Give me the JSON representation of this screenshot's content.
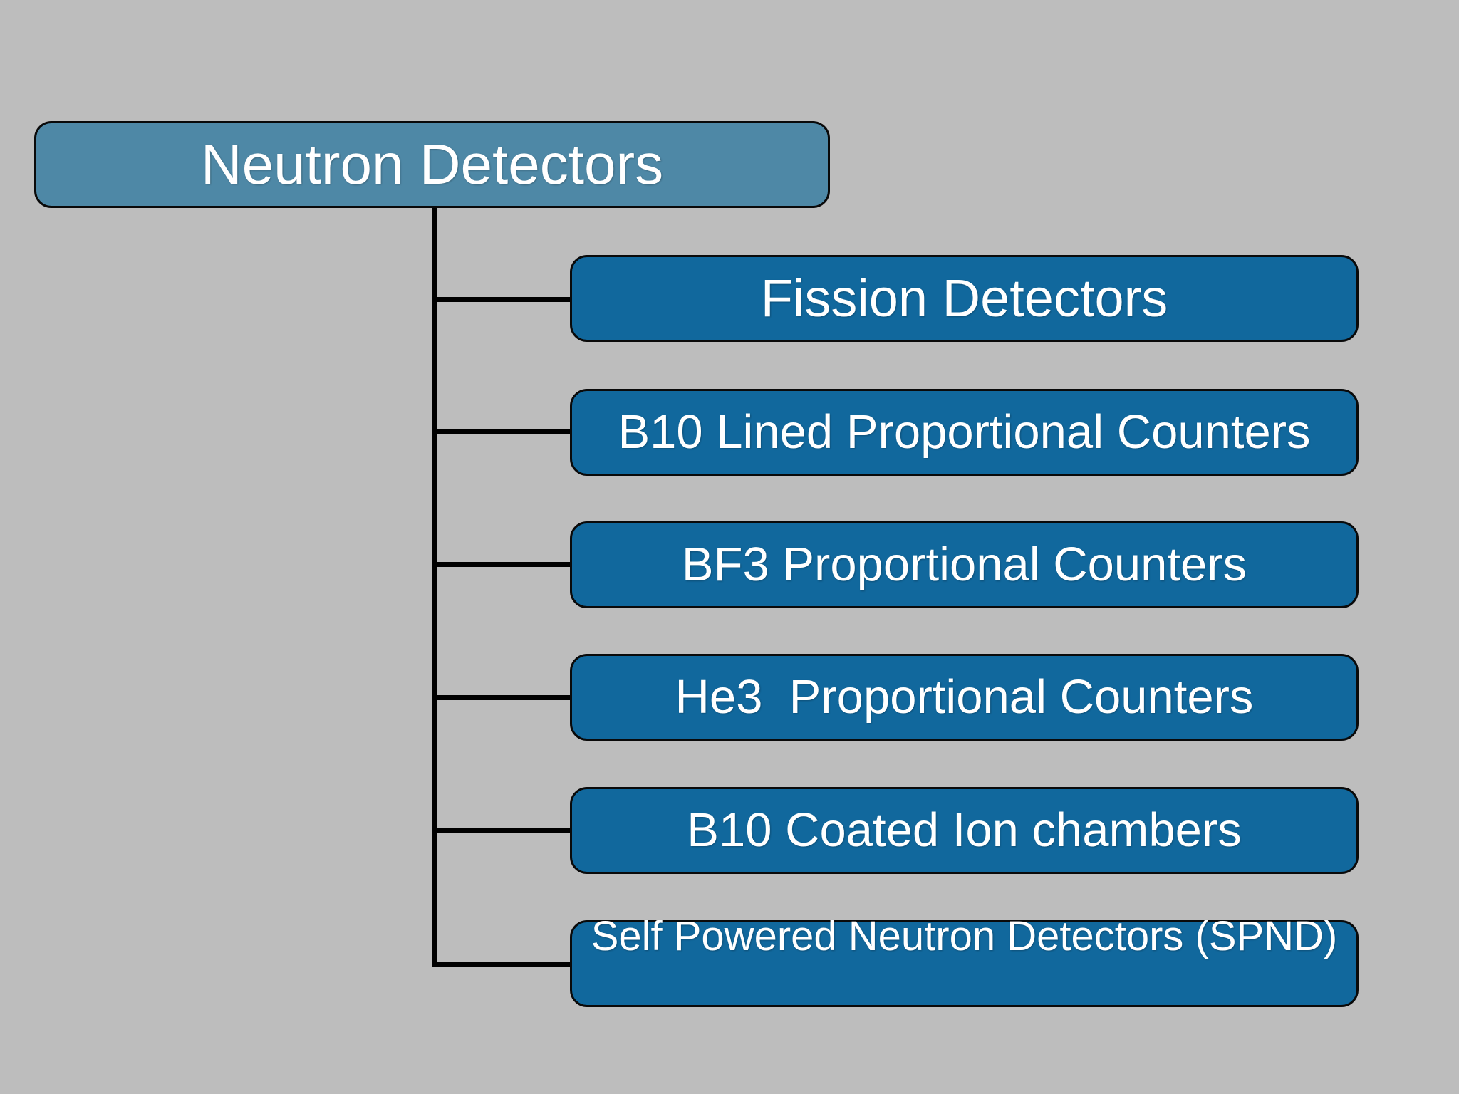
{
  "diagram": {
    "type": "hierarchy-org-chart",
    "root": {
      "label": "Neutron Detectors"
    },
    "children": [
      {
        "label": "Fission Detectors"
      },
      {
        "label": "B10 Lined Proportional Counters"
      },
      {
        "label": "BF3 Proportional Counters"
      },
      {
        "label": "He3  Proportional Counters"
      },
      {
        "label": "B10 Coated Ion chambers"
      },
      {
        "label": "Self Powered Neutron Detectors (SPND)"
      }
    ],
    "colors": {
      "background": "#bdbdbd",
      "root_fill": "#4e88a6",
      "child_fill": "#11689d",
      "box_border": "#000000",
      "connector": "#000000",
      "text": "#ffffff"
    }
  }
}
